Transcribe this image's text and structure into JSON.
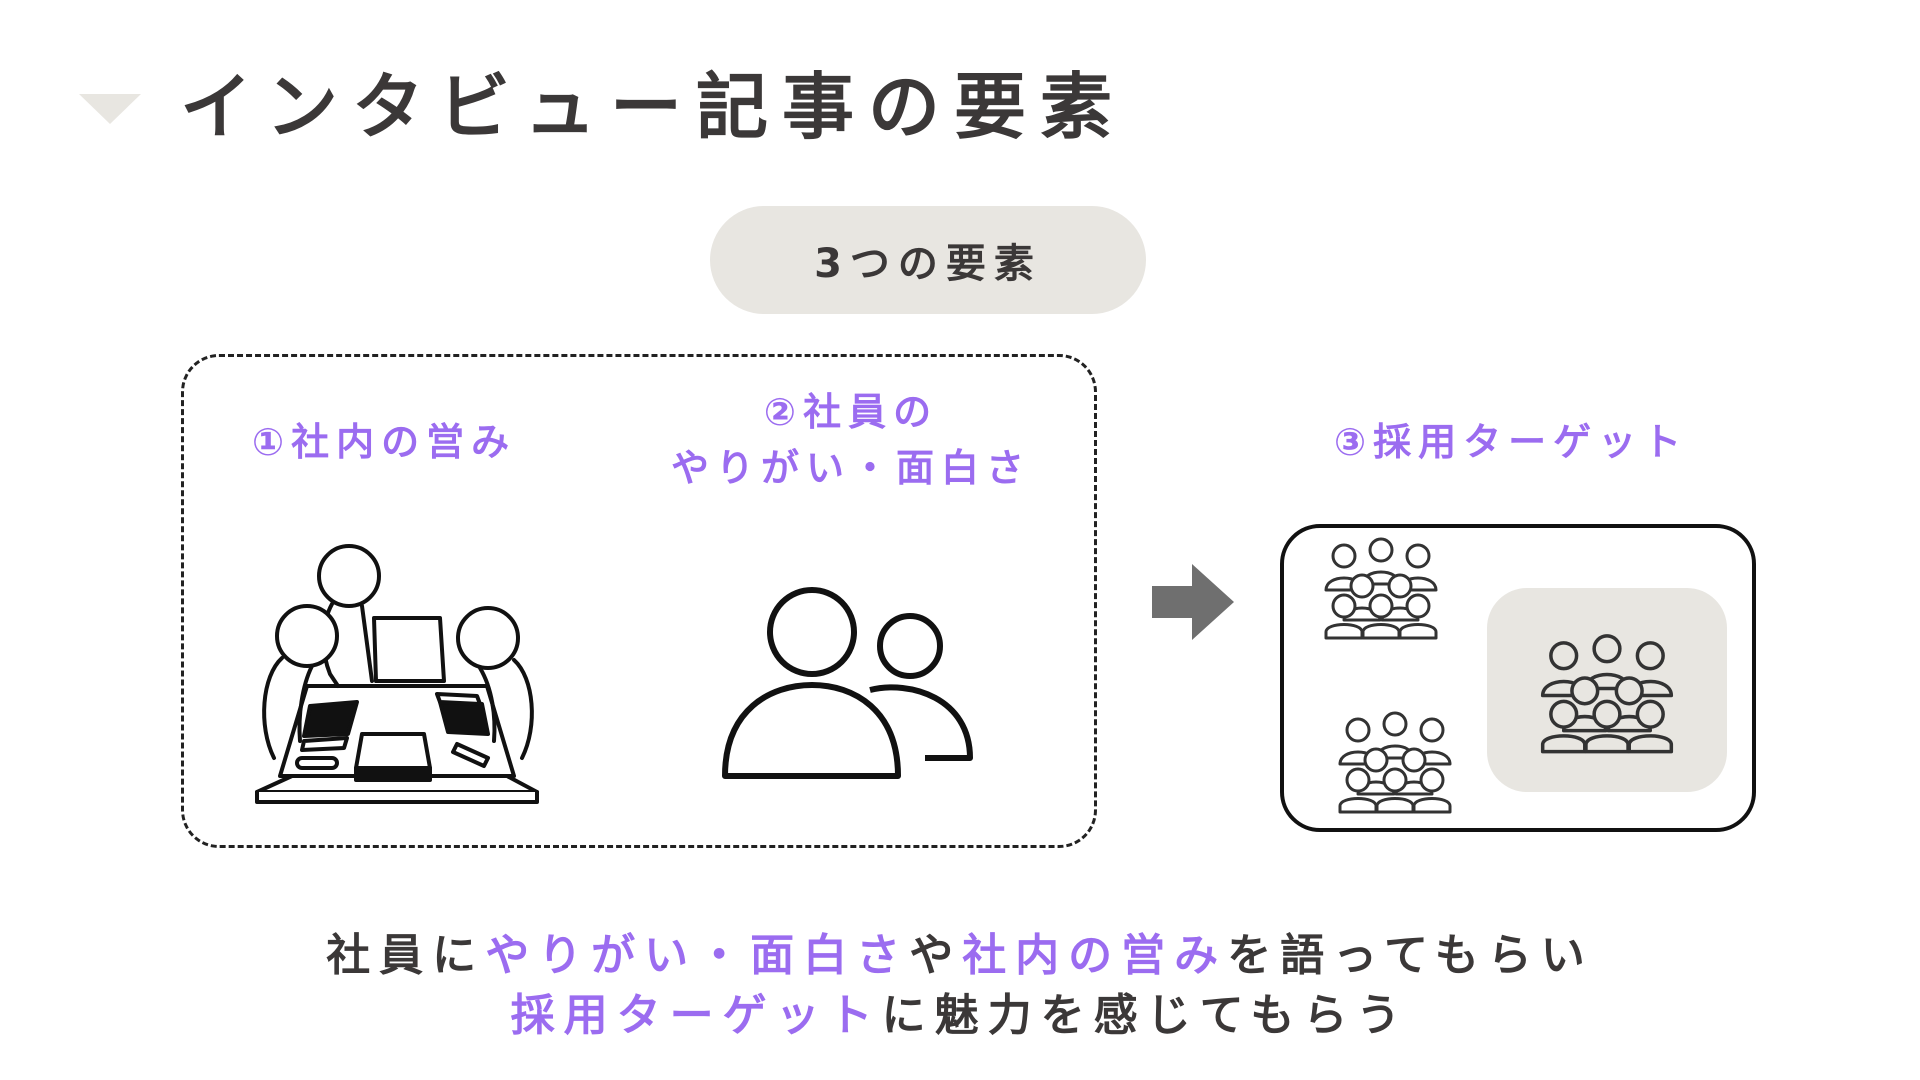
{
  "page": {
    "title": "インタビュー記事の要素"
  },
  "badge": {
    "label": "3つの要素"
  },
  "elements": [
    {
      "label": "①社内の営み",
      "icon": "meeting-icon"
    },
    {
      "label_line1": "②社員の",
      "label_line2": "やりがい・面白さ",
      "icon": "people-icon"
    },
    {
      "label": "③採用ターゲット",
      "icon": "target-audience-icon"
    }
  ],
  "summary": {
    "line1": [
      {
        "text": "社員に",
        "highlight": false
      },
      {
        "text": "やりがい・面白さ",
        "highlight": true
      },
      {
        "text": "や",
        "highlight": false
      },
      {
        "text": "社内の営み",
        "highlight": true
      },
      {
        "text": "を語ってもらい",
        "highlight": false
      }
    ],
    "line2": [
      {
        "text": "採用ターゲット",
        "highlight": true
      },
      {
        "text": "に魅力を感じてもらう",
        "highlight": false
      }
    ]
  },
  "colors": {
    "accent": "#9b6cf0",
    "text": "#3b3838",
    "pill_bg": "#e8e6e1",
    "arrow": "#6f6f6f",
    "line": "#111111"
  }
}
